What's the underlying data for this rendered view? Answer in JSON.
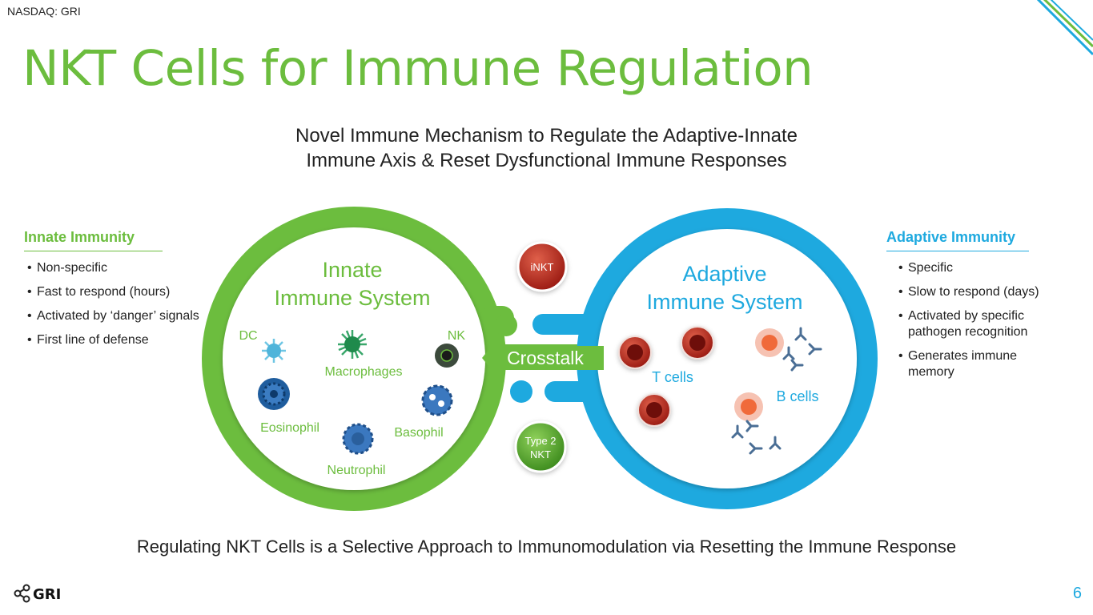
{
  "header": {
    "ticker": "NASDAQ: GRI",
    "title": "NKT Cells for Immune Regulation"
  },
  "subtitle": {
    "line1": "Novel Immune Mechanism to Regulate the Adaptive-Innate",
    "line2": "Immune Axis & Reset Dysfunctional Immune Responses"
  },
  "innate": {
    "heading": "Innate Immunity",
    "bullets": [
      "Non-specific",
      "Fast to respond (hours)",
      "Activated by ‘danger’ signals",
      "First line of defense"
    ]
  },
  "adaptive": {
    "heading": "Adaptive Immunity",
    "bullets": [
      "Specific",
      "Slow to respond (days)",
      "Activated by specific pathogen recognition",
      "Generates immune memory"
    ]
  },
  "diagram": {
    "innate_circle": {
      "line1": "Innate",
      "line2": "Immune System"
    },
    "adaptive_circle": {
      "line1": "Adaptive",
      "line2": "Immune System"
    },
    "innate_cells": {
      "dc": "DC",
      "nk": "NK",
      "macrophages": "Macrophages",
      "eosinophil": "Eosinophil",
      "basophil": "Basophil",
      "neutrophil": "Neutrophil"
    },
    "adaptive_cells": {
      "t_cells": "T cells",
      "b_cells": "B cells"
    },
    "crosstalk": "Crosstalk",
    "inkt": "iNKT",
    "type2_line1": "Type 2",
    "type2_line2": "NKT",
    "colors": {
      "green": "#6cbd3e",
      "blue": "#1ea9df",
      "red": "#b3211b"
    }
  },
  "footer": {
    "text": "Regulating NKT Cells is a Selective Approach to Immunomodulation via Resetting the Immune Response",
    "page": "6",
    "logo": "GRI"
  }
}
